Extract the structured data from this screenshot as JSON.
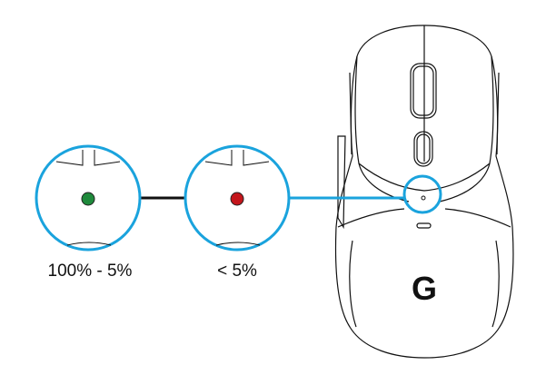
{
  "states": [
    {
      "label": "100% - 5%",
      "led_color": "#1f8a3c"
    },
    {
      "label": "< 5%",
      "led_color": "#c4161c"
    }
  ],
  "colors": {
    "callout": "#1aa3dd",
    "outline": "#111111"
  },
  "logo": "G"
}
